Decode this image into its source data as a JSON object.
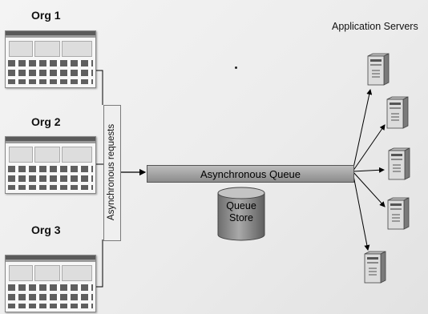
{
  "orgs": [
    {
      "label": "Org 1"
    },
    {
      "label": "Org  2"
    },
    {
      "label": "Org 3"
    }
  ],
  "application_servers_label": "Application Servers",
  "async_requests_label": "Asynchronous requests",
  "queue_label": "Asynchronous Queue",
  "store_label_line1": "Queue",
  "store_label_line2": "Store",
  "server_count": 5,
  "colors": {
    "queue_bar": "#9e9e9e",
    "cylinder": "#8a8a8a",
    "server_front": "#d9d9d9",
    "server_side": "#7a7a7a",
    "line": "#000000"
  }
}
